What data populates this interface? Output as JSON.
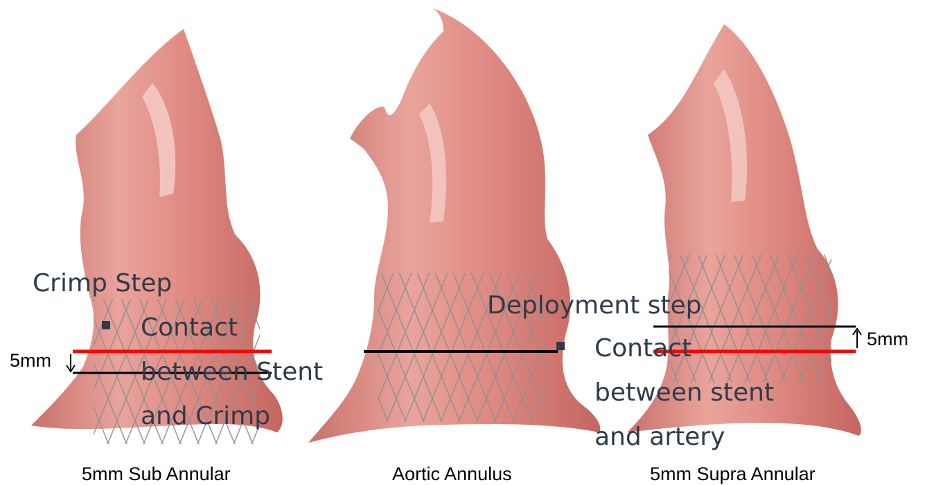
{
  "captions": {
    "left": "5mm Sub Annular",
    "middle": "Aortic Annulus",
    "right": "5mm Supra Annular"
  },
  "dimensions": {
    "left": "5mm",
    "right": "5mm"
  },
  "overlay": {
    "crimp_heading": "Crimp Step",
    "crimp_bullet_line1": "Contact",
    "crimp_bullet_line2": "between Stent",
    "crimp_bullet_line3": "and Crimp",
    "deploy_heading": "Deployment step",
    "deploy_bullet_line1": "Contact",
    "deploy_bullet_line2": "between stent",
    "deploy_bullet_line3": "and artery"
  },
  "colors": {
    "vessel": "#e79a92",
    "vessel_shadow": "#c46f69",
    "stent": "#8a8a8a",
    "marker_red": "#ff0000",
    "marker_black": "#000000",
    "overlay_text": "#2f3b4a"
  }
}
